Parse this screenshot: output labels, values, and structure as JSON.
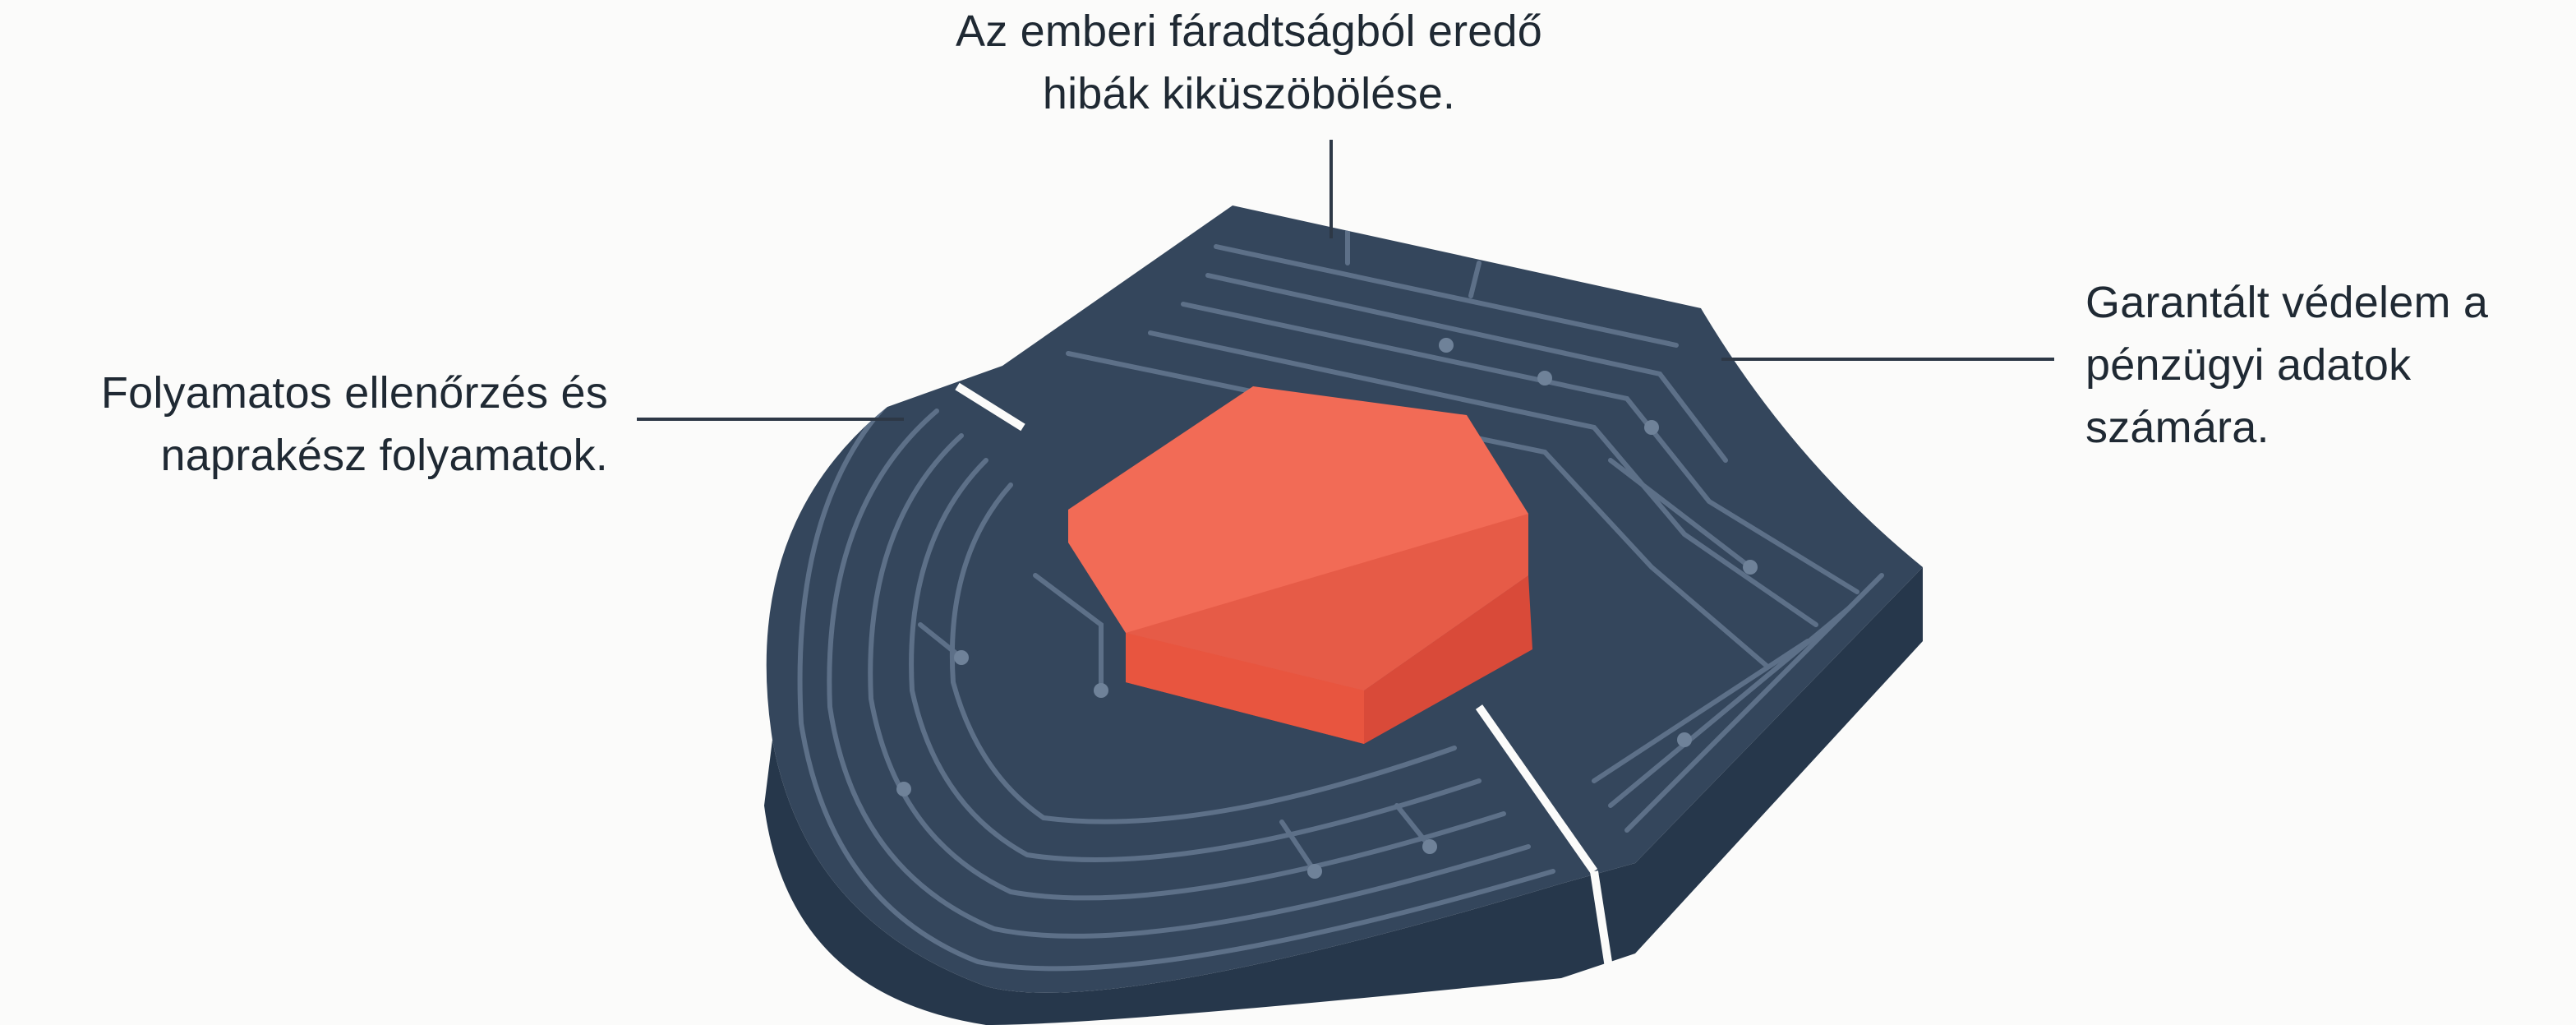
{
  "callouts": {
    "top": {
      "line1": "Az emberi fáradtságból eredő",
      "line2": "hibák kiküszöbölése."
    },
    "left": {
      "line1": "Folyamatos ellenőrzés és",
      "line2": "naprakész folyamatok."
    },
    "right": {
      "line1": "Garantált védelem a",
      "line2": "pénzügyi adatok",
      "line3": "számára."
    }
  },
  "colors": {
    "background": "#fbfbfa",
    "shield_top": "#34465c",
    "shield_side": "#26374b",
    "circuit": "#5d7088",
    "core_top": "#f26b56",
    "core_side": "#e0503e",
    "leader_line": "#2d3846"
  }
}
